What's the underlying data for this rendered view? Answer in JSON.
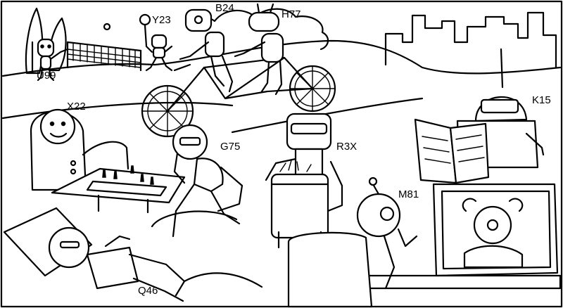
{
  "robots": [
    {
      "id": "u99",
      "label": "U99"
    },
    {
      "id": "y23",
      "label": "Y23"
    },
    {
      "id": "b24",
      "label": "B24"
    },
    {
      "id": "h77",
      "label": "H77"
    },
    {
      "id": "x22",
      "label": "X22"
    },
    {
      "id": "g75",
      "label": "G75"
    },
    {
      "id": "r3x",
      "label": "R3X"
    },
    {
      "id": "k15",
      "label": "K15"
    },
    {
      "id": "m81",
      "label": "M81"
    },
    {
      "id": "q46",
      "label": "Q46"
    }
  ]
}
